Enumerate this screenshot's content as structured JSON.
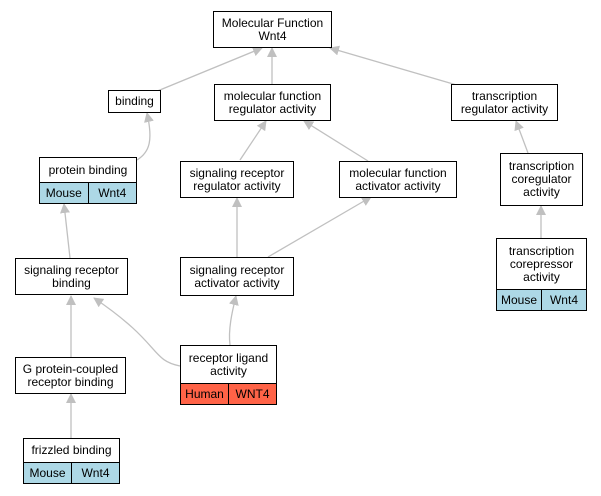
{
  "nodes": {
    "mf_wnt4": "Molecular Function\nWnt4",
    "binding": "binding",
    "mf_regulator": "molecular function\nregulator activity",
    "transcription_regulator": "transcription\nregulator activity",
    "protein_binding": "protein binding",
    "signaling_receptor_regulator": "signaling receptor\nregulator activity",
    "mf_activator": "molecular function\nactivator activity",
    "transcription_coregulator": "transcription\ncoregulator\nactivity",
    "signaling_receptor_binding": "signaling receptor\nbinding",
    "signaling_receptor_activator": "signaling receptor\nactivator activity",
    "transcription_corepressor": "transcription\ncorepressor\nactivity",
    "gpcr_binding": "G protein-coupled\nreceptor binding",
    "receptor_ligand": "receptor ligand\nactivity",
    "frizzled_binding": "frizzled binding"
  },
  "tags": {
    "protein_binding": [
      "Mouse",
      "Wnt4"
    ],
    "transcription_corepressor": [
      "Mouse",
      "Wnt4"
    ],
    "receptor_ligand": [
      "Human",
      "WNT4"
    ],
    "frizzled_binding": [
      "Mouse",
      "Wnt4"
    ]
  },
  "colors": {
    "mouse": "#add8e6",
    "human": "#ff6347",
    "edge": "#c0c0c0"
  }
}
